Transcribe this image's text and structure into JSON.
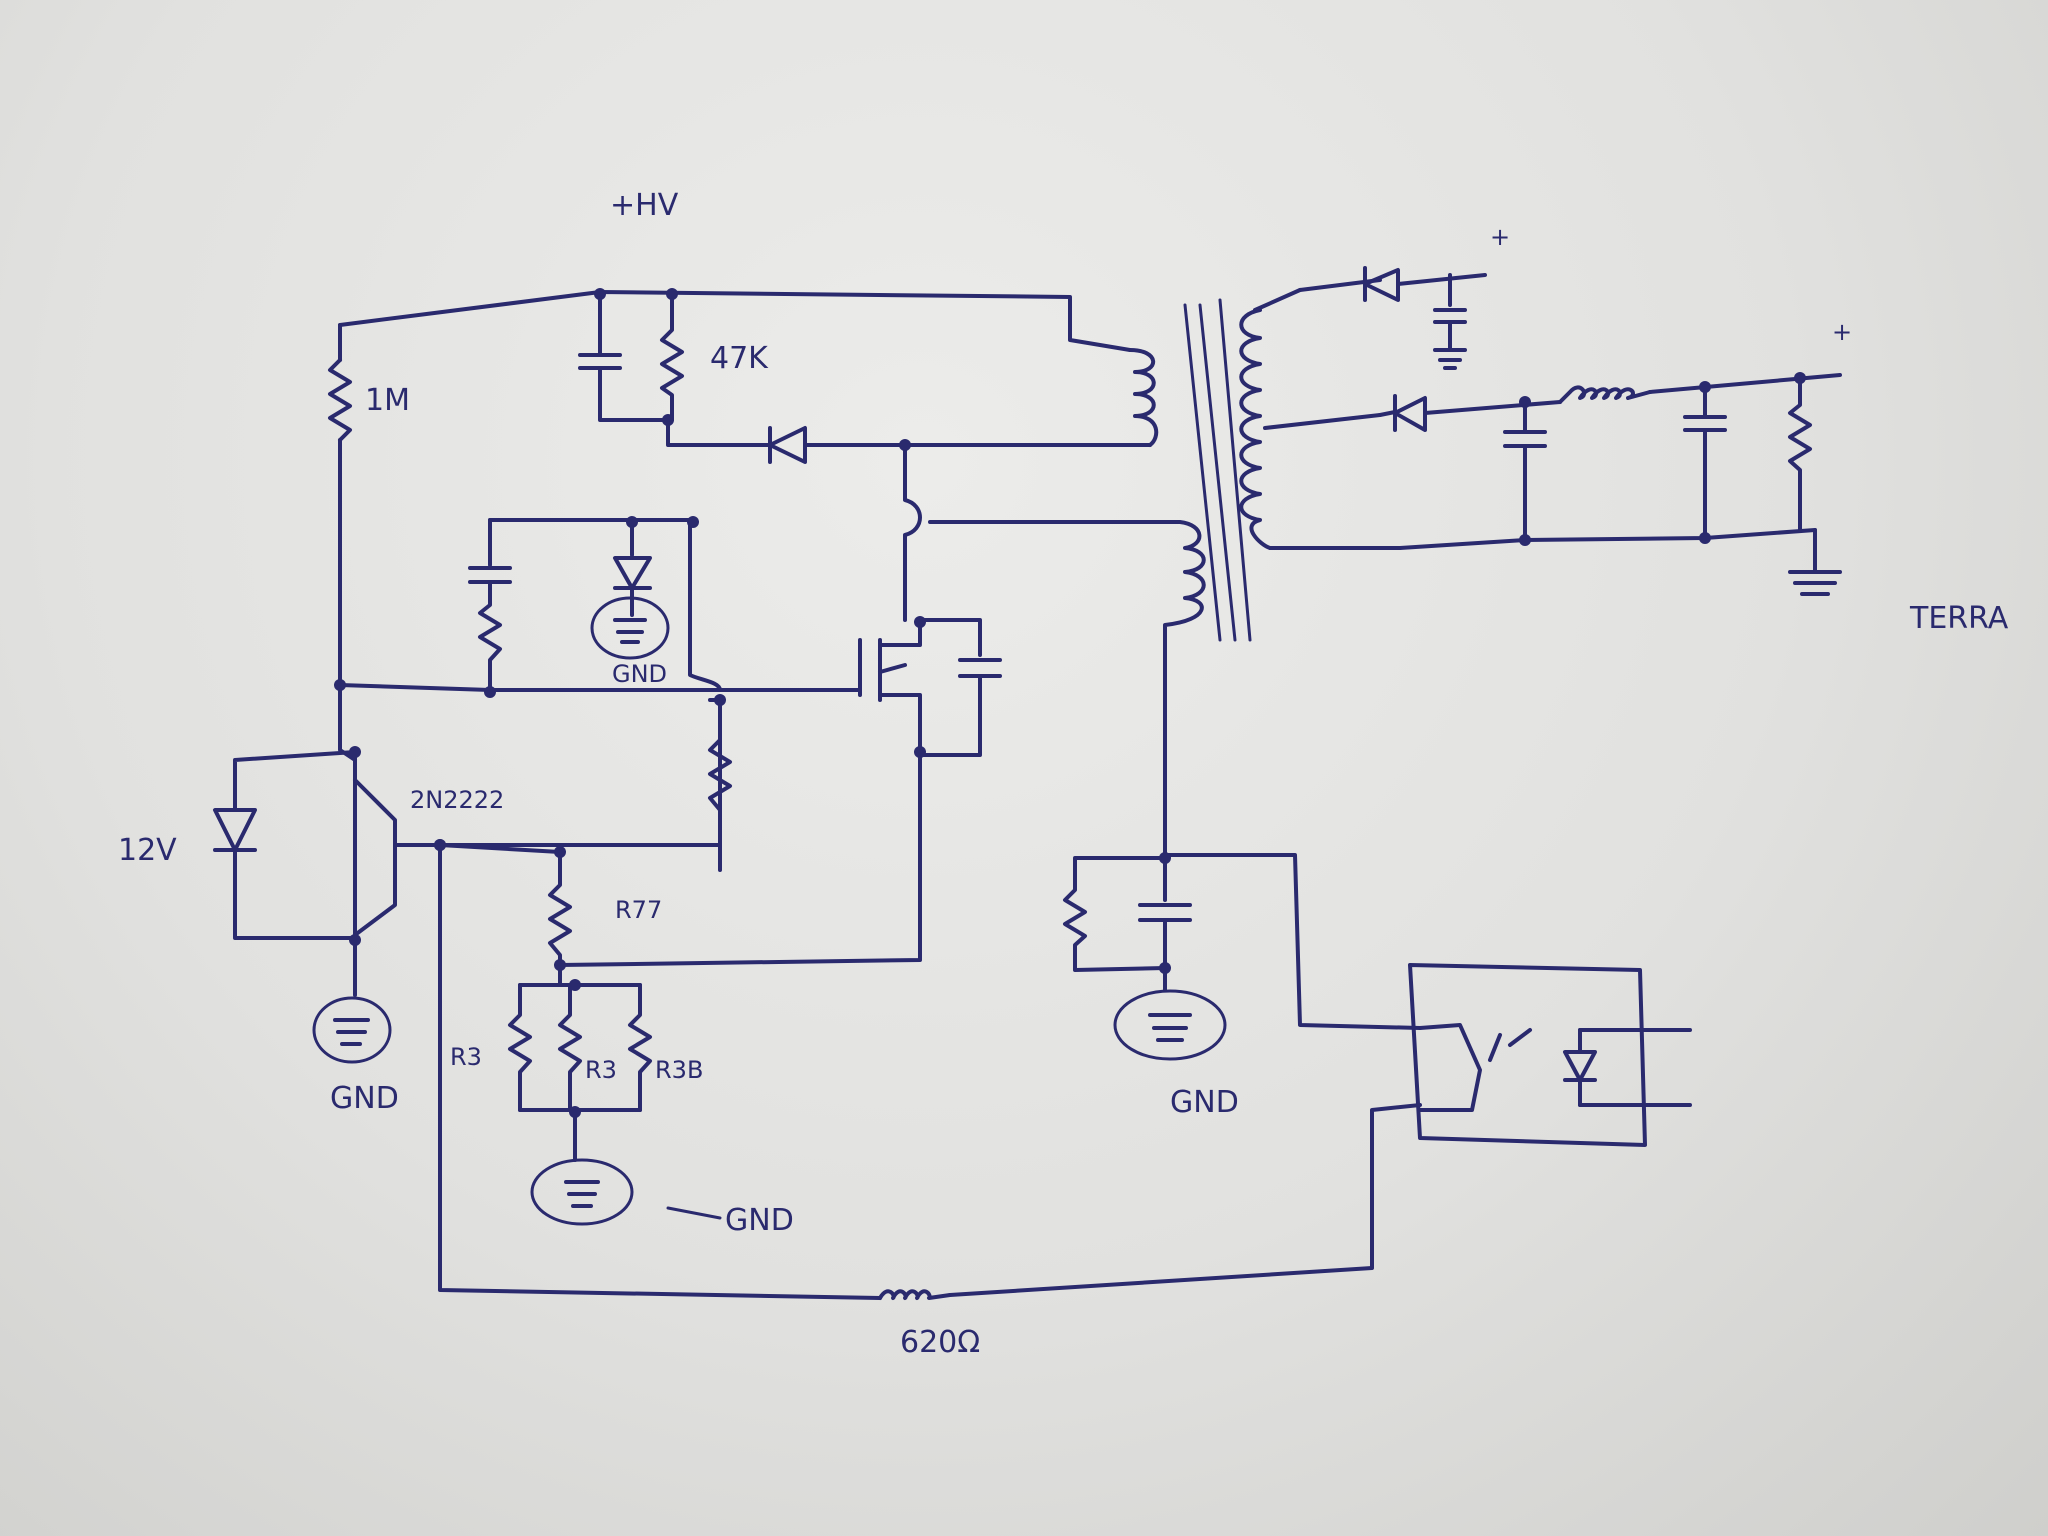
{
  "labels": {
    "hv": "+HV",
    "r_1m": "1M",
    "r_47k": "47K",
    "zener": "12V",
    "transistor": "2N2222",
    "r77": "R77",
    "r3": "R3",
    "r3a": "R3",
    "r3b": "R3B",
    "gnd_a": "GND",
    "gnd_b": "GND",
    "gnd_c": "GND",
    "gnd_d": "GND",
    "r_620": "620Ω",
    "terra": "TERRA",
    "plus_a": "+",
    "plus_b": "+"
  },
  "colors": {
    "ink": "#2a2a6e",
    "paper": "#e6e6e4"
  }
}
